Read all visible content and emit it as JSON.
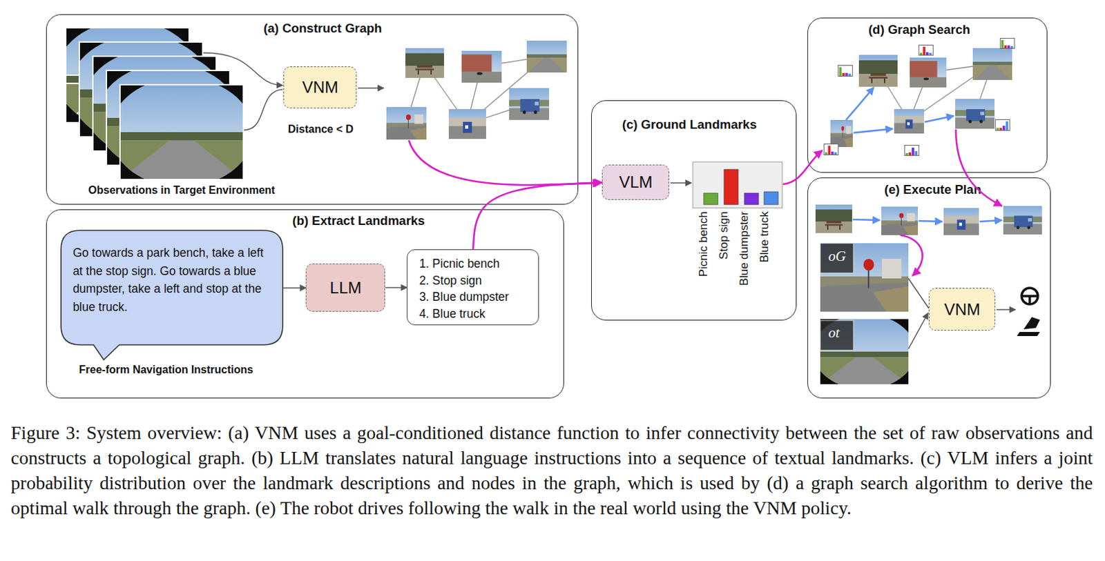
{
  "diagram": {
    "caption": "Figure 3: System overview: (a) VNM uses a goal-conditioned distance function to infer connectivity between the set of raw observations and constructs a topological graph. (b) LLM translates natural language instructions into a sequence of textual landmarks. (c) VLM infers a joint probability distribution over the landmark descriptions and nodes in the graph, which is used by (d) a graph search algorithm to derive the optimal walk through the graph. (e) The robot drives following the walk in the real world using the VNM policy.",
    "nodes": [
      {
        "text": [
          "(a) Construct Graph"
        ]
      },
      {
        "text": [
          "VNM"
        ],
        "in": 0
      },
      {
        "text": [
          "(b) Extract Landmarks"
        ]
      },
      {
        "text": [
          "Go towards a park bench, take a left at the stop sign. Go towards a blue dumpster, take a left and stop at the blue truck."
        ],
        "in": 2
      },
      {
        "text": [
          "LLM"
        ],
        "in": 2
      },
      {
        "text": [
          "1. Picnic bench",
          "2. Stop sign",
          "3. Blue dumpster",
          "4. Blue truck"
        ],
        "in": 2
      },
      {
        "text": [
          "(c) Ground Landmarks"
        ]
      },
      {
        "text": [
          "VLM"
        ],
        "in": 6
      },
      {
        "text": [
          "(d) Graph Search"
        ]
      },
      {
        "text": [
          "(e) Execute Plan"
        ]
      },
      {
        "text": [
          "VNM"
        ],
        "in": 9
      }
    ],
    "edges": [
      {
        "from": 3,
        "to": 4,
        "arrow": "to"
      },
      {
        "from": 4,
        "to": 5,
        "arrow": "to"
      },
      {
        "from": 5,
        "to": 7,
        "arrow": "to"
      }
    ],
    "labels": [
      "Observations in Target Environment",
      "Distance < D",
      "Free-form Navigation Instructions",
      "Picnic bench",
      "Stop sign",
      "Blue dumpster",
      "Blue truck",
      "oG",
      "ot"
    ]
  }
}
